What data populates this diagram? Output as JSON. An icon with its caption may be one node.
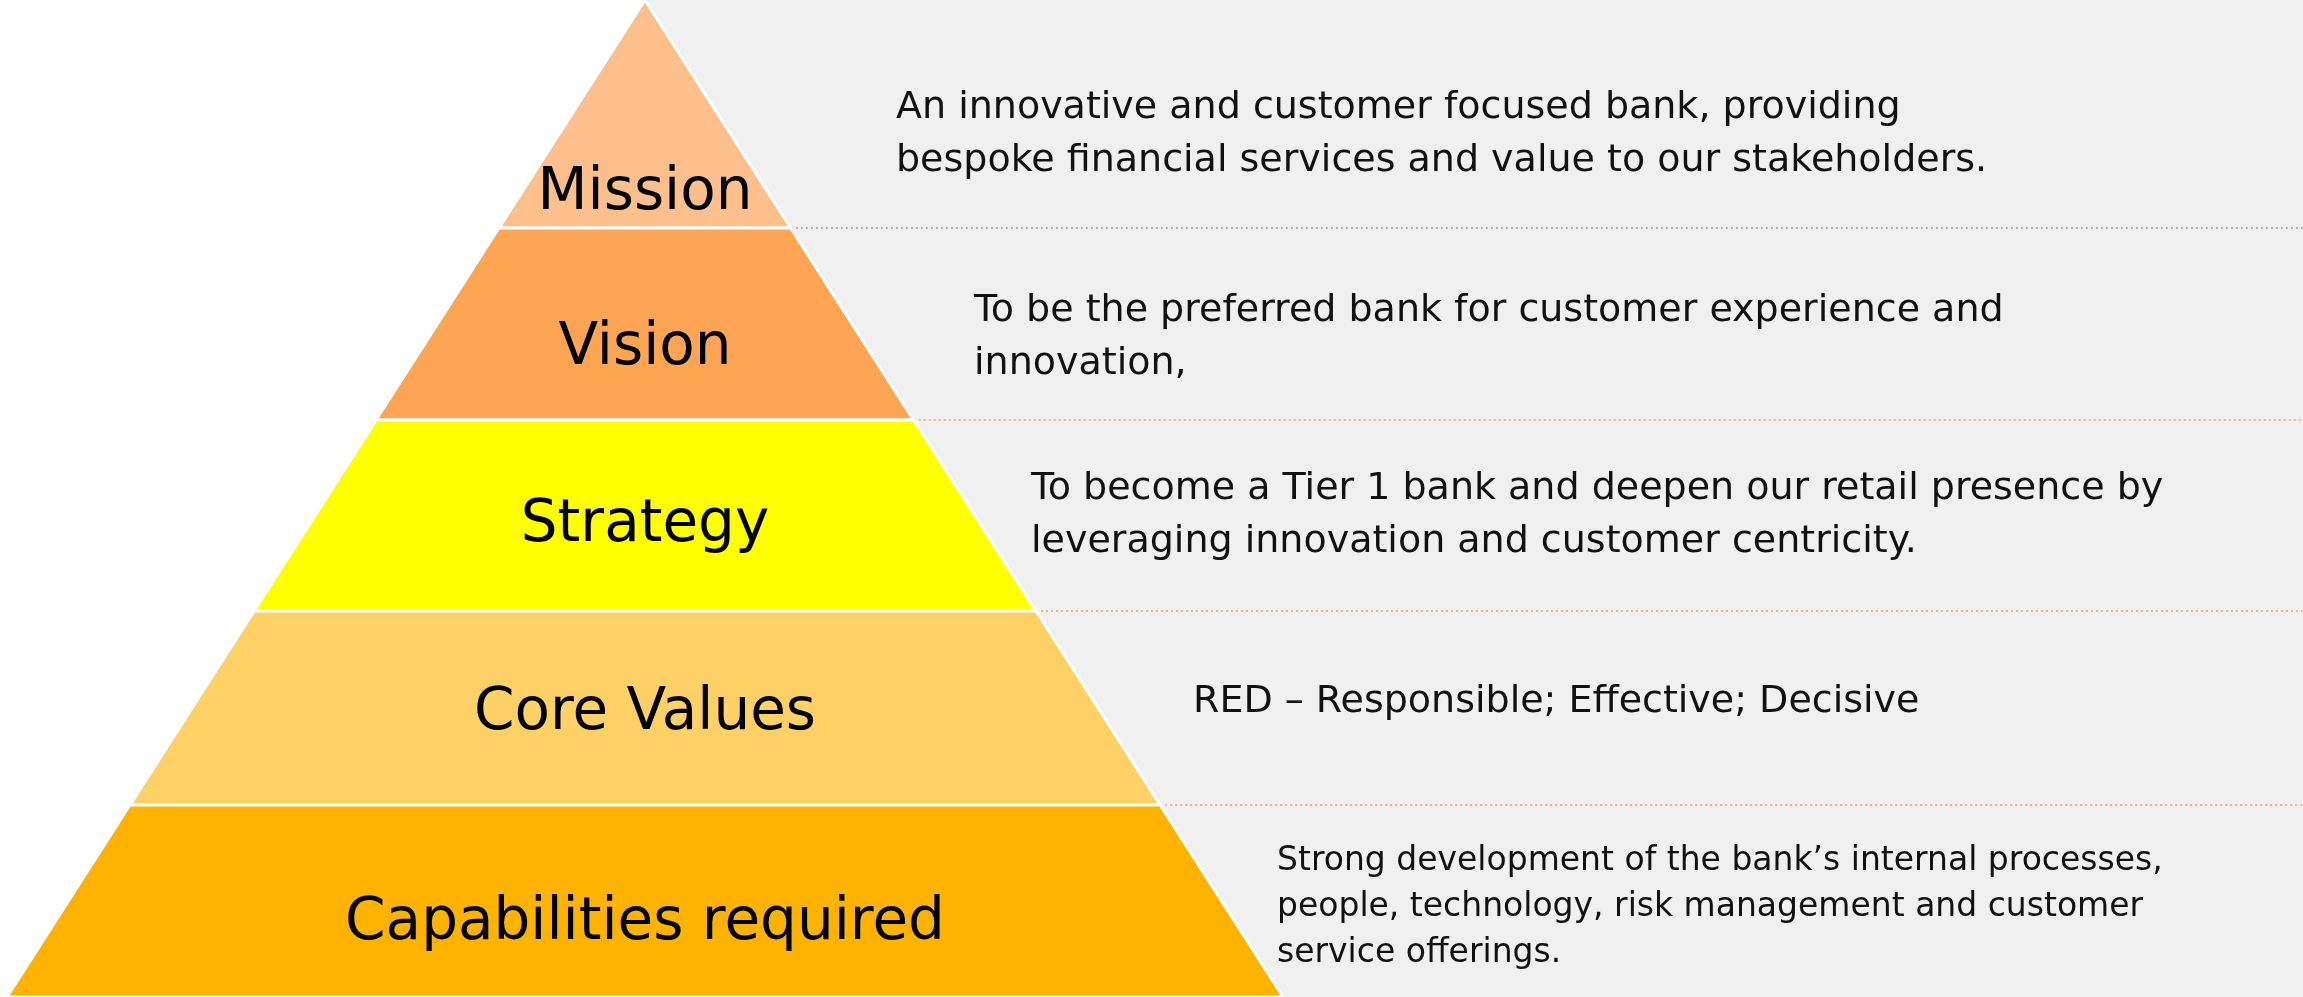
{
  "diagram": {
    "nodes": [
      {
        "text": [
          "Mission"
        ]
      },
      {
        "text": [
          "Vision"
        ]
      },
      {
        "text": [
          "Strategy"
        ]
      },
      {
        "text": [
          "Core Values"
        ]
      },
      {
        "text": [
          "Capabilities required"
        ]
      }
    ],
    "labels": [
      "An innovative and customer focused bank, providing bespoke financial services and value to our stakeholders.",
      "To be the preferred bank for customer experience and innovation,",
      "To become a Tier 1 bank and deepen our retail presence by leveraging innovation and customer centricity.",
      "RED – Responsible; Effective; Decisive",
      "Strong development of the bank’s internal processes, people, technology, risk management and customer service offerings."
    ],
    "edges": []
  }
}
